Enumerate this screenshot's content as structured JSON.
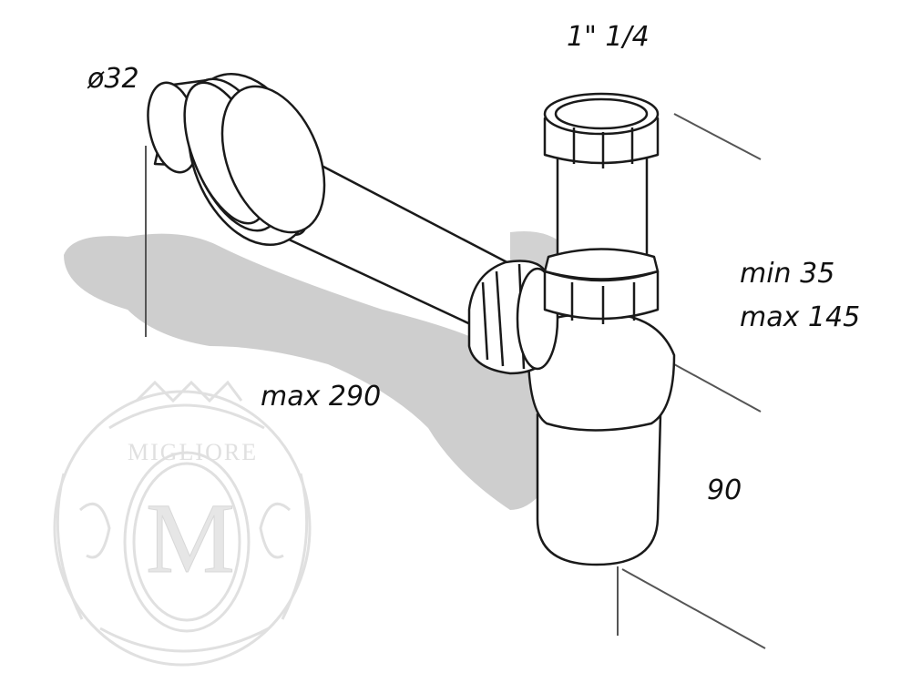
{
  "dimensions": {
    "pipe_diameter": "ø32",
    "thread_size": "1\" 1/4",
    "height_min": "min 35",
    "height_max": "max 145",
    "length_max": "max 290",
    "trap_depth": "90"
  },
  "watermark": {
    "brand": "MIGLIORE",
    "monogram": "M"
  },
  "colors": {
    "line": "#1a1a1a",
    "shadow": "#c8c8c8",
    "watermark": "#e2e2e2",
    "background": "#ffffff"
  }
}
